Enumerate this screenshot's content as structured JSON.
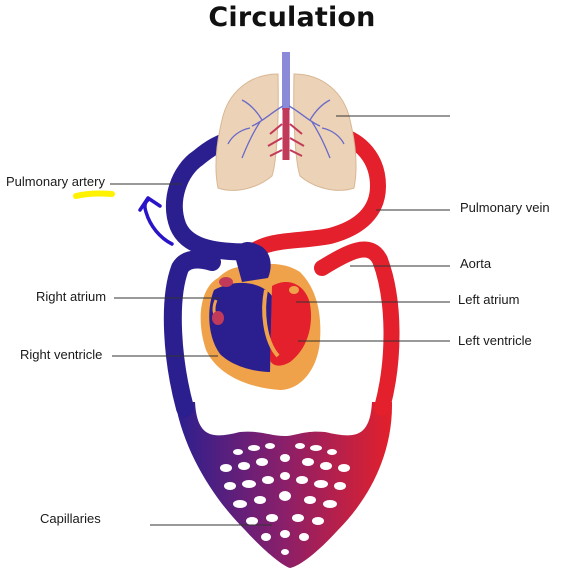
{
  "title": "Circulation",
  "labels": {
    "pulmonary_artery": "Pulmonary artery",
    "pulmonary_vein": "Pulmonary vein",
    "aorta": "Aorta",
    "right_atrium": "Right atrium",
    "left_atrium": "Left atrium",
    "right_ventricle": "Right ventricle",
    "left_ventricle": "Left ventricle",
    "capillaries": "Capillaries"
  },
  "colors": {
    "oxygenated": "#e3202b",
    "deoxygenated": "#2b1f8f",
    "lungs": "#ecd2b6",
    "heart_outer": "#f0a24a",
    "annotation_arrow": "#2a14c8",
    "highlight": "#fff200"
  }
}
